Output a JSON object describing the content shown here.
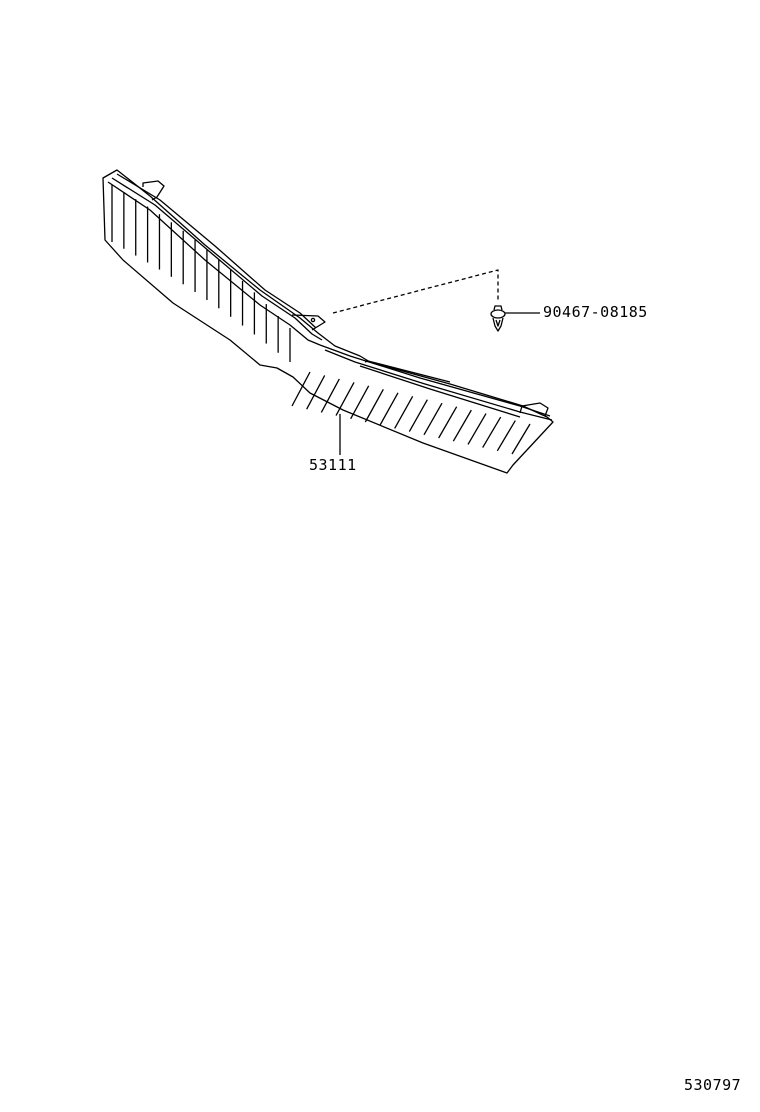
{
  "diagram": {
    "parts": [
      {
        "part_number": "53111",
        "description_shape": "grille-panel"
      },
      {
        "part_number": "90467-08185",
        "description_shape": "clip"
      }
    ],
    "illustration_code": "530797",
    "line_color": "#000000",
    "background": "#ffffff"
  }
}
